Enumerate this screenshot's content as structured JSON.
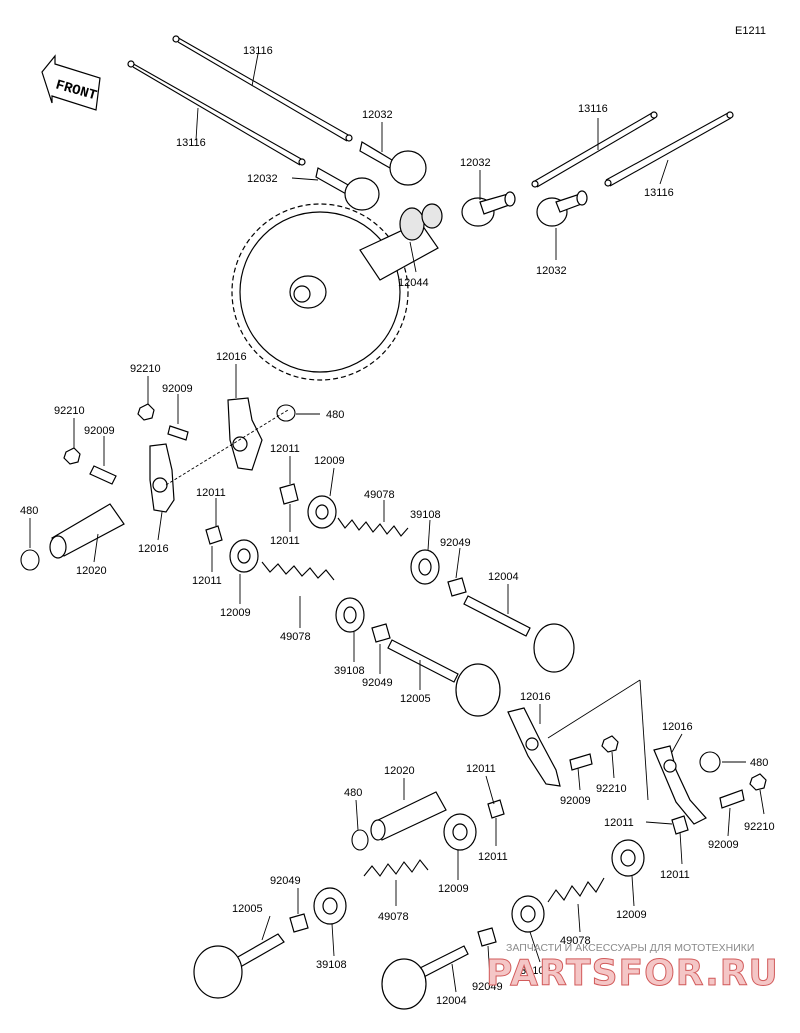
{
  "diagram_code": "E1211",
  "front_label": "FRONT",
  "callouts": [
    {
      "id": "c1",
      "label": "13116"
    },
    {
      "id": "c2",
      "label": "13116"
    },
    {
      "id": "c3",
      "label": "12032"
    },
    {
      "id": "c4",
      "label": "12032"
    },
    {
      "id": "c5",
      "label": "12032"
    },
    {
      "id": "c6",
      "label": "13116"
    },
    {
      "id": "c7",
      "label": "13116"
    },
    {
      "id": "c8",
      "label": "12032"
    },
    {
      "id": "c9",
      "label": "12044"
    },
    {
      "id": "c10",
      "label": "92210"
    },
    {
      "id": "c11",
      "label": "12016"
    },
    {
      "id": "c12",
      "label": "92009"
    },
    {
      "id": "c13",
      "label": "480"
    },
    {
      "id": "c14",
      "label": "92210"
    },
    {
      "id": "c15",
      "label": "92009"
    },
    {
      "id": "c16",
      "label": "12011"
    },
    {
      "id": "c17",
      "label": "12009"
    },
    {
      "id": "c18",
      "label": "480"
    },
    {
      "id": "c19",
      "label": "12011"
    },
    {
      "id": "c20",
      "label": "12011"
    },
    {
      "id": "c21",
      "label": "49078"
    },
    {
      "id": "c22",
      "label": "39108"
    },
    {
      "id": "c23",
      "label": "12016"
    },
    {
      "id": "c24",
      "label": "12020"
    },
    {
      "id": "c25",
      "label": "12011"
    },
    {
      "id": "c26",
      "label": "92049"
    },
    {
      "id": "c27",
      "label": "12004"
    },
    {
      "id": "c28",
      "label": "12009"
    },
    {
      "id": "c29",
      "label": "49078"
    },
    {
      "id": "c30",
      "label": "39108"
    },
    {
      "id": "c31",
      "label": "92049"
    },
    {
      "id": "c32",
      "label": "12005"
    },
    {
      "id": "c33",
      "label": "12016"
    },
    {
      "id": "c34",
      "label": "12016"
    },
    {
      "id": "c35",
      "label": "12020"
    },
    {
      "id": "c36",
      "label": "12011"
    },
    {
      "id": "c37",
      "label": "480"
    },
    {
      "id": "c38",
      "label": "92210"
    },
    {
      "id": "c39",
      "label": "480"
    },
    {
      "id": "c40",
      "label": "92009"
    },
    {
      "id": "c41",
      "label": "12011"
    },
    {
      "id": "c42",
      "label": "92009"
    },
    {
      "id": "c43",
      "label": "92210"
    },
    {
      "id": "c44",
      "label": "12011"
    },
    {
      "id": "c45",
      "label": "12009"
    },
    {
      "id": "c46",
      "label": "12011"
    },
    {
      "id": "c47",
      "label": "92049"
    },
    {
      "id": "c48",
      "label": "12005"
    },
    {
      "id": "c49",
      "label": "49078"
    },
    {
      "id": "c50",
      "label": "12009"
    },
    {
      "id": "c51",
      "label": "39108"
    },
    {
      "id": "c52",
      "label": "49078"
    },
    {
      "id": "c53",
      "label": "39108"
    },
    {
      "id": "c54",
      "label": "92049"
    },
    {
      "id": "c55",
      "label": "12004"
    }
  ],
  "watermark": {
    "tagline": "ЗАПЧАСТИ И АКСЕССУАРЫ ДЛЯ МОТОТЕХНИКИ",
    "brand": "PARTSFOR.RU"
  }
}
